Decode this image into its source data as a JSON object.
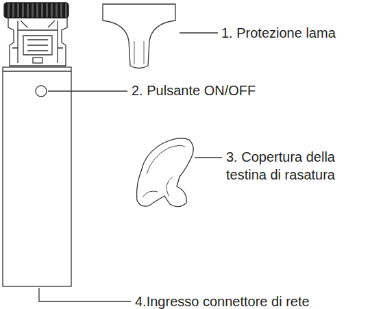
{
  "diagram": {
    "labels": [
      "1. Protezione lama",
      "2. Pulsante ON/OFF",
      "3. Copertura della testina di rasatura",
      "4.Ingresso connettore di rete"
    ]
  }
}
